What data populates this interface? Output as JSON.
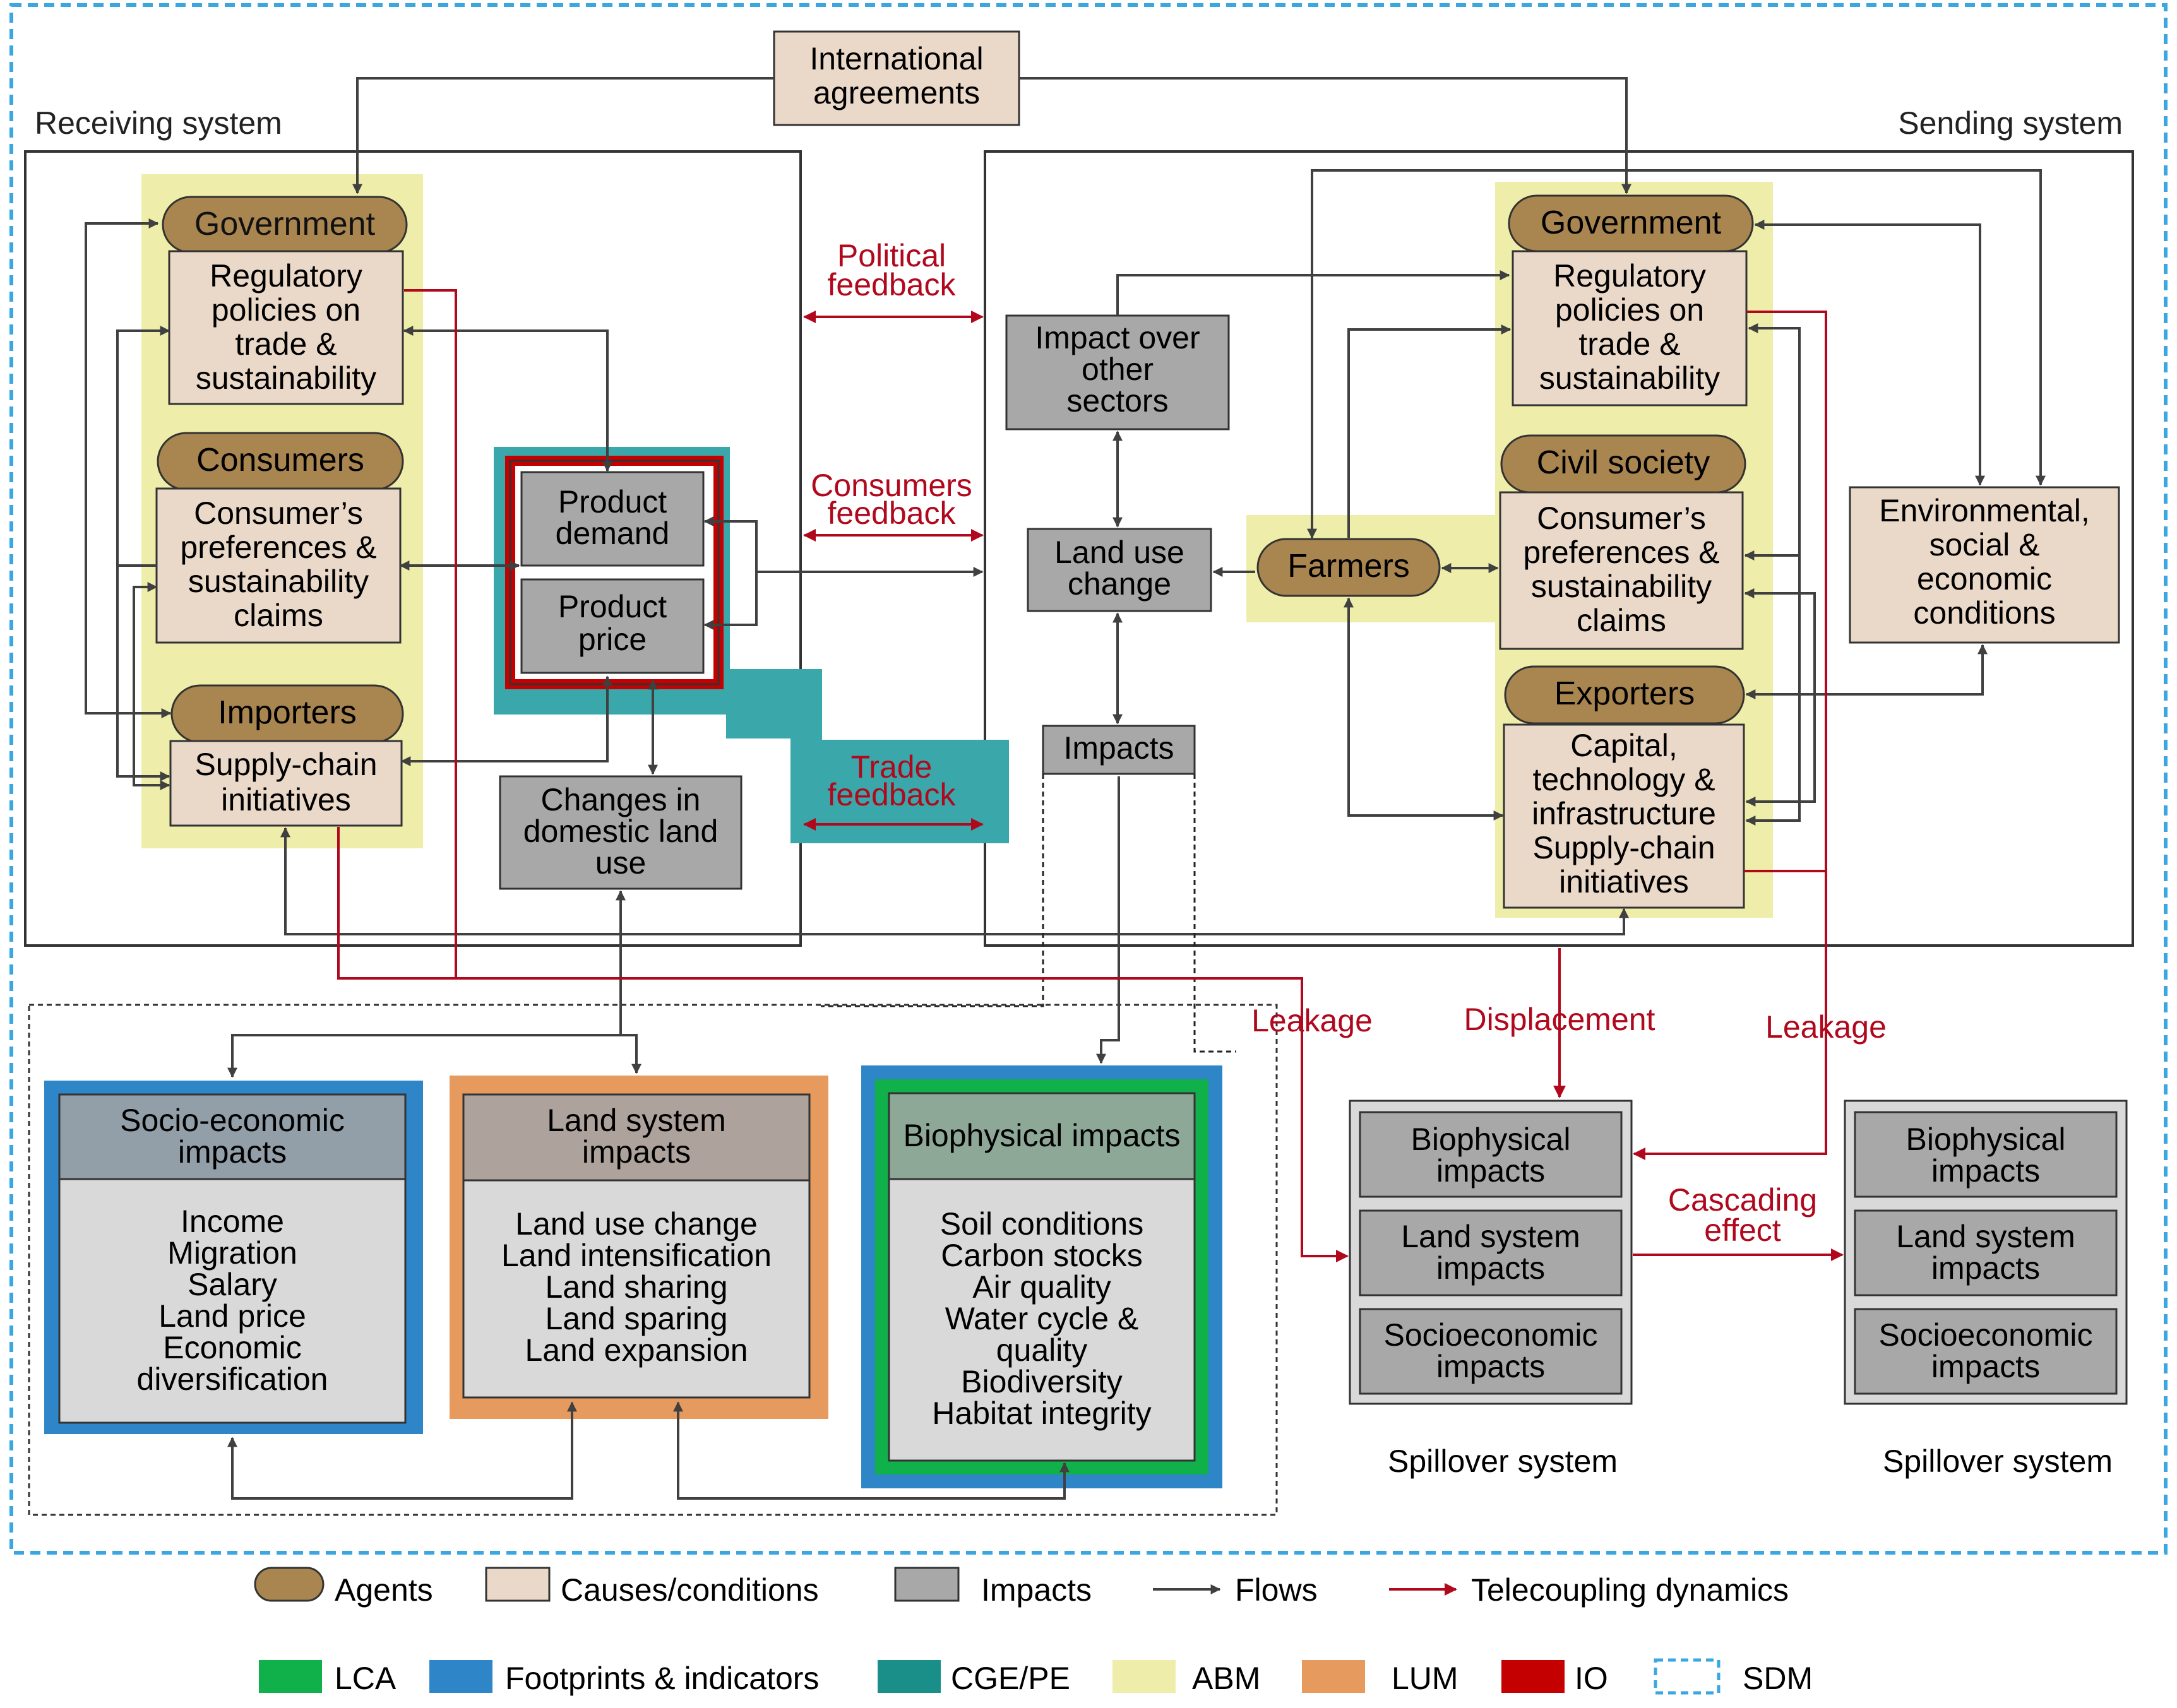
{
  "top": {
    "intl": [
      "International",
      "agreements"
    ]
  },
  "receiving": {
    "title": "Receiving system",
    "government": "Government",
    "regulatory": [
      "Regulatory",
      "policies on",
      "trade &",
      "sustainability"
    ],
    "consumers": "Consumers",
    "preferences": [
      "Consumer’s",
      "preferences &",
      "sustainability",
      "claims"
    ],
    "importers": "Importers",
    "supply": [
      "Supply-chain",
      "initiatives"
    ],
    "product_demand": [
      "Product",
      "demand"
    ],
    "product_price": [
      "Product",
      "price"
    ],
    "domestic_land": [
      "Changes in",
      "domestic land",
      "use"
    ]
  },
  "sending": {
    "title": "Sending system",
    "government": "Government",
    "regulatory": [
      "Regulatory",
      "policies on",
      "trade &",
      "sustainability"
    ],
    "civil": "Civil society",
    "preferences": [
      "Consumer’s",
      "preferences &",
      "sustainability",
      "claims"
    ],
    "exporters": "Exporters",
    "capital": [
      "Capital,",
      "technology &",
      "infrastructure",
      "Supply-chain",
      "initiatives"
    ],
    "farmers": "Farmers",
    "land_use_change": [
      "Land use",
      "change"
    ],
    "impact_other": [
      "Impact over",
      "other",
      "sectors"
    ],
    "impacts": "Impacts",
    "env": [
      "Environmental,",
      "social &",
      "economic",
      "conditions"
    ]
  },
  "feedback": {
    "political": [
      "Political",
      "feedback"
    ],
    "consumers": [
      "Consumers",
      "feedback"
    ],
    "trade": [
      "Trade",
      "feedback"
    ]
  },
  "impacts": {
    "socio": {
      "title": [
        "Socio-economic",
        "impacts"
      ],
      "items": [
        "Income",
        "Migration",
        "Salary",
        "Land price",
        "Economic",
        "diversification"
      ]
    },
    "land": {
      "title": [
        "Land system",
        "impacts"
      ],
      "items": [
        "Land use change",
        "Land intensification",
        "Land sharing",
        "Land sparing",
        "Land expansion"
      ]
    },
    "bio": {
      "title": "Biophysical impacts",
      "items": [
        "Soil conditions",
        "Carbon stocks",
        "Air quality",
        "Water cycle &",
        "quality",
        "Biodiversity",
        "Habitat integrity"
      ]
    }
  },
  "spillover": {
    "bio": [
      "Biophysical",
      "impacts"
    ],
    "land": [
      "Land system",
      "impacts"
    ],
    "socio": [
      "Socioeconomic",
      "impacts"
    ],
    "title1": "Spillover system",
    "title2": "Spillover system",
    "leakage1": "Leakage",
    "displacement": "Displacement",
    "leakage2": "Leakage",
    "cascading": [
      "Cascading",
      "effect"
    ]
  },
  "legend": {
    "agents": "Agents",
    "causes": "Causes/conditions",
    "impacts": "Impacts",
    "flows": "Flows",
    "telecoupling": "Telecoupling dynamics",
    "lca": "LCA",
    "footprints": "Footprints & indicators",
    "cge": "CGE/PE",
    "abm": "ABM",
    "lum": "LUM",
    "io": "IO",
    "sdm": "SDM"
  },
  "colors": {
    "agent": "#a98550",
    "cause": "#ead8c8",
    "impact": "#a8a8a8",
    "flow": "#404040",
    "telecoupling": "#b0081d",
    "lca": "#10b04a",
    "footprint": "#2e86c8",
    "cge": "#3aa7aa",
    "abm": "#eeeeaa",
    "lum": "#e69a5e",
    "io": "#c40000",
    "sdm": "#3aa7e0"
  }
}
